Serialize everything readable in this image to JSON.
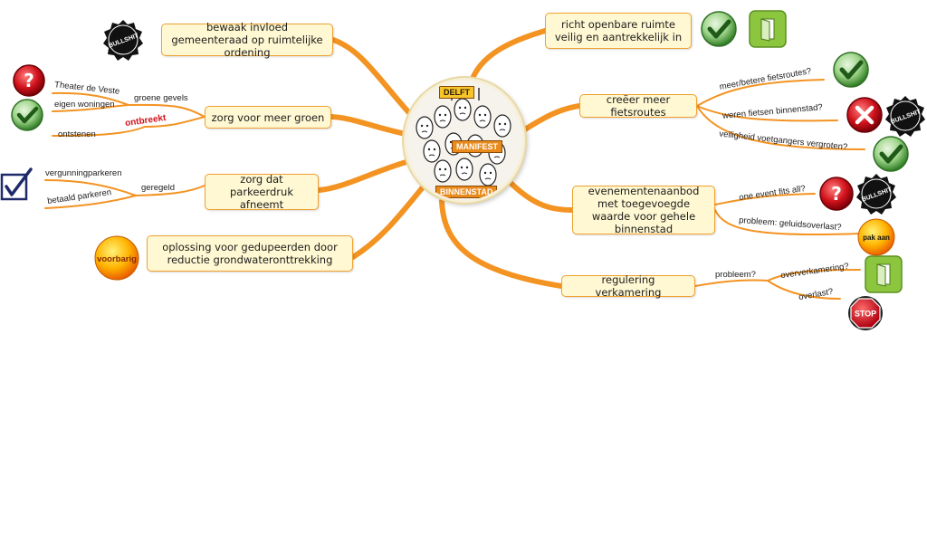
{
  "center": {
    "top_tag": "DELFT",
    "mid_tag": "MANIFEST",
    "bottom_tag": "BINNENSTAD"
  },
  "branches": {
    "gemeenteraad": "bewaak invloed gemeenteraad op ruimtelijke ordening",
    "groen": "zorg voor meer groen",
    "parkeer": "zorg dat parkeerdruk afneemt",
    "grondwater": "oplossing voor gedupeerden door reductie grondwateronttrekking",
    "openbare_ruimte": "richt openbare ruimte veilig en aantrekkelijk in",
    "fietsroutes": "creëer meer fietsroutes",
    "evenementen": "evenementenaanbod met toegevoegde waarde voor gehele binnenstad",
    "verkamering": "regulering verkamering"
  },
  "labels": {
    "theater": "Theater de Veste",
    "groene_gevels": "groene gevels",
    "eigen_woningen": "eigen woningen",
    "ontstenen": "ontstenen",
    "ontbreekt": "ontbreekt",
    "vergunning": "vergunningparkeren",
    "betaald": "betaald parkeren",
    "geregeld": "geregeld",
    "meer_fiets": "meer/betere fietsroutes?",
    "weren_fiets": "weren fietsen binnenstad?",
    "veiligheid": "veiligheid voetgangers vergroten?",
    "one_event": "one event fits all?",
    "geluid": "probleem: geluidsoverlast?",
    "probleem": "probleem?",
    "oververkamering": "oververkamering?",
    "overlast": "overlast?"
  },
  "badges": {
    "bullshit": "BULLSHIT",
    "voorbarig": "voorbarig",
    "pak_aan": "pak aan",
    "stop": "STOP",
    "question": "?"
  },
  "colors": {
    "branch": "#f39322",
    "box_fill": "#fff8d2",
    "box_border": "#f0a030",
    "check_green": "#34a02c",
    "cross_red": "#d0121b",
    "door_green": "#8cc63f"
  },
  "icons": [
    "check-icon",
    "question-icon",
    "cross-icon",
    "bullshit-icon",
    "door-icon",
    "stop-icon",
    "pakaan-icon",
    "voorbarig-icon",
    "checkbox-icon"
  ]
}
